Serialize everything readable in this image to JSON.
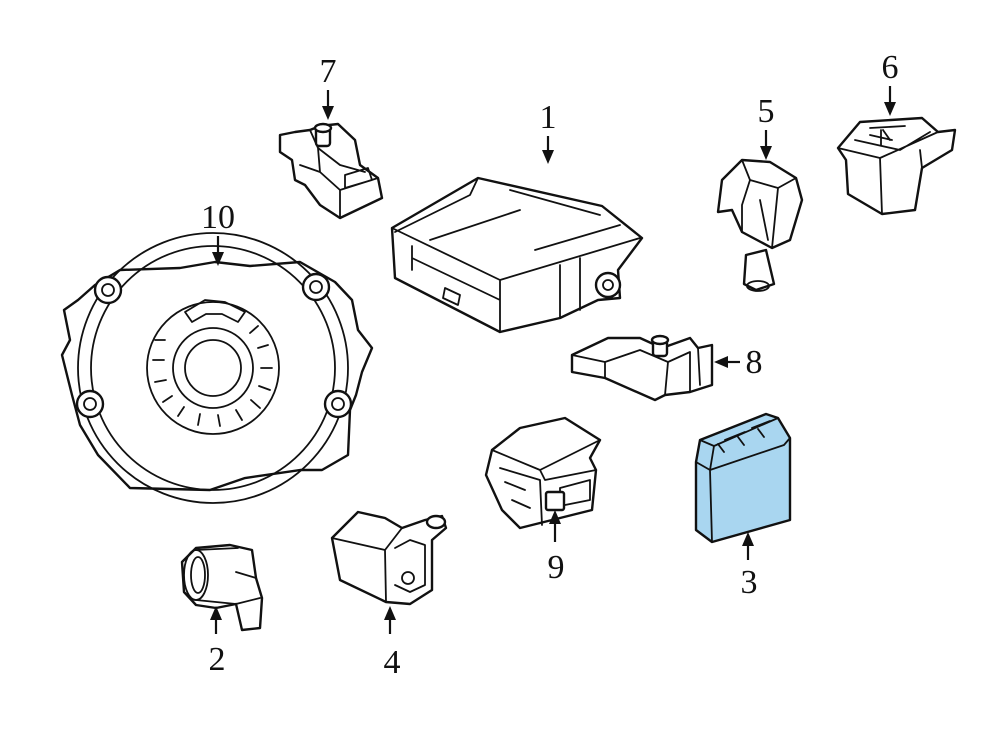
{
  "diagram": {
    "highlight_color": "#a9d6f0",
    "highlighted_part": "3",
    "callouts": {
      "p1": "1",
      "p2": "2",
      "p3": "3",
      "p4": "4",
      "p5": "5",
      "p6": "6",
      "p7": "7",
      "p8": "8",
      "p9": "9",
      "p10": "10"
    }
  }
}
